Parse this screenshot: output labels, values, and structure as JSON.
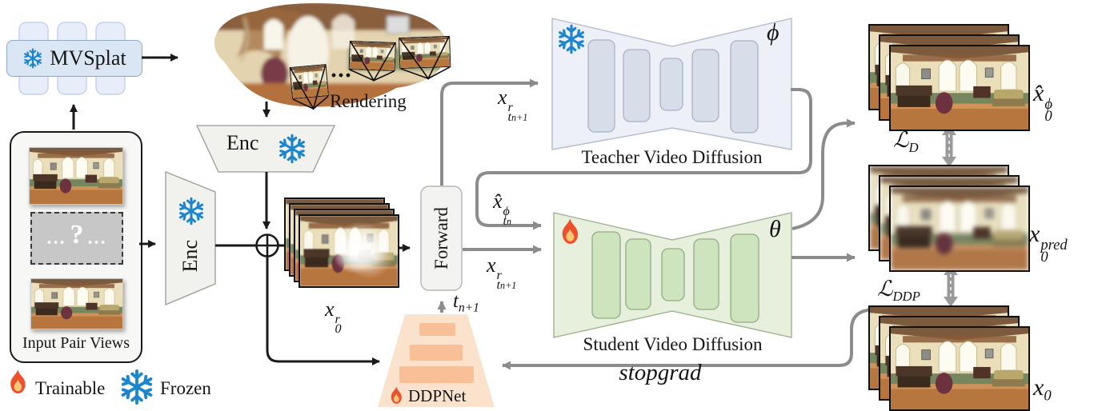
{
  "legend": {
    "trainable_label": "Trainable",
    "frozen_label": "Frozen"
  },
  "blocks": {
    "mvsplat_label": "MVSplat",
    "enc_label": "Enc",
    "forward_label": "Forward",
    "teacher_label": "Teacher Video Diffusion",
    "teacher_param": "ϕ",
    "student_label": "Student Video Diffusion",
    "student_param": "θ",
    "ddpnet_label": "DDPNet",
    "rendering_label": "Rendering",
    "rendering_dots": "···",
    "input_box_label": "Input Pair Views",
    "mask_dots": "...",
    "mask_question": "?"
  },
  "math": {
    "x_r_tn1": {
      "base": "x",
      "sup": "r",
      "sub_base": "t",
      "sub_sub": "n+1"
    },
    "xhat_phi_tn": {
      "base": "x̂",
      "sup": "ϕ",
      "sub_base": "t",
      "sub_sub": "n"
    },
    "t_n1": {
      "base": "t",
      "sub": "n+1"
    },
    "x_r_0": {
      "base": "x",
      "sup": "r",
      "sub": "0"
    },
    "xhat_phi_0": {
      "base": "x̂",
      "sup": "ϕ",
      "sub": "0"
    },
    "x_pred_0": {
      "base": "x",
      "sup": "pred",
      "sub": "0"
    },
    "x_0": {
      "base": "x",
      "sub": "0"
    },
    "loss_d": {
      "base": "ℒ",
      "sub": "D"
    },
    "loss_ddp": {
      "base": "ℒ",
      "sub": "DDP"
    },
    "stopgrad_label": "stopgrad"
  },
  "icons": {
    "frozen": "snowflake-icon",
    "trainable": "flame-icon"
  },
  "colors": {
    "flake_blue": "#1d85cb",
    "flame_orange": "#ee4f2c",
    "flame_inner": "#fdc776",
    "mvsplat_fill": "#dbe6f4",
    "mvsplat_border": "#90a8ca",
    "pill_fill": "#e7eef9",
    "teacher_fill": "#edf0f7",
    "teacher_pill": "#d8dee9",
    "student_fill": "#e6f0dd",
    "student_pill": "#cee4bf",
    "ddpnet_fill": "#fbe2cd",
    "ddpnet_bar": "#f7c096",
    "wire_gray": "#8c8c8c",
    "wire_black": "#1a1a1a"
  }
}
